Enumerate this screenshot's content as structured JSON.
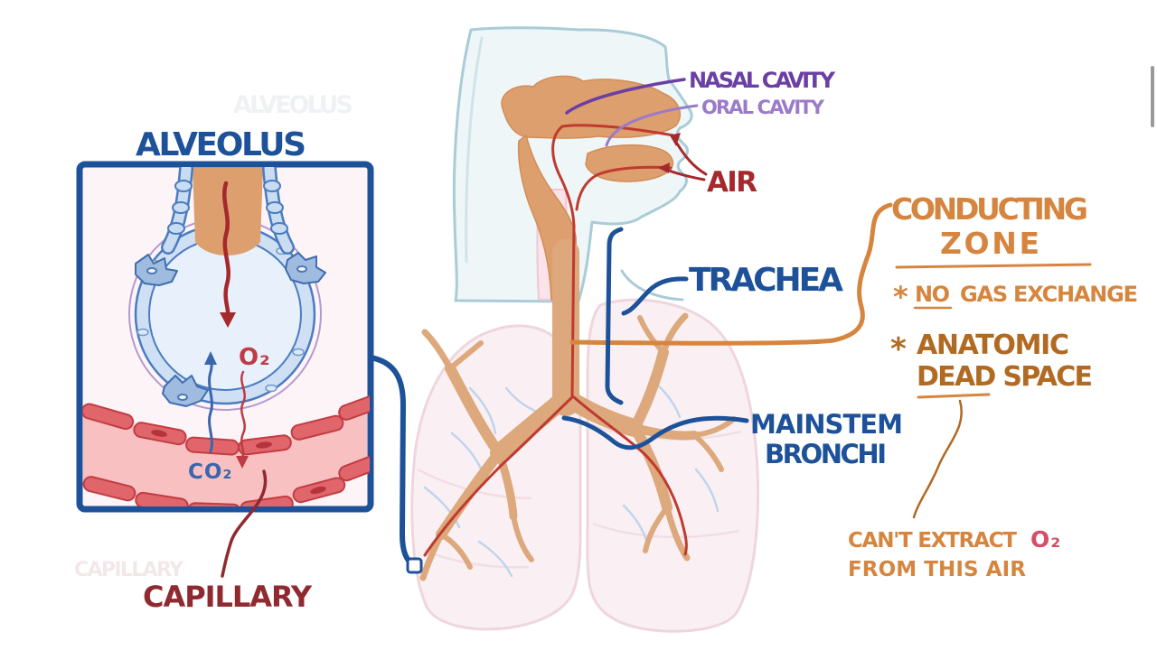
{
  "labels": {
    "alveolus": "ALVEOLUS",
    "nasal": "NASAL CAVITY",
    "oral": "ORAL CAVITY",
    "air": "AIR",
    "trachea": "TRACHEA",
    "mainstem_line1": "MAINSTEM",
    "mainstem_line2": "BRONCHI",
    "capillary": "CAPILLARY",
    "o2": "O₂",
    "co2": "CO₂"
  },
  "notes": {
    "conducting_line1": "CONDUCTING",
    "conducting_line2": "ZONE",
    "star": "*",
    "no_word": "NO",
    "gas_exchange": "GAS EXCHANGE",
    "anatomic": "ANATOMIC",
    "dead_space": "DEAD SPACE",
    "cant_extract": "CAN'T EXTRACT",
    "cant_extract_o2": "O₂",
    "from_this_air": "FROM THIS AIR"
  },
  "ghost": {
    "alveolus": "ALVEOLUS",
    "capillary": "CAPILLARY"
  },
  "colors": {
    "dark_blue": "#1d5199",
    "co2_blue": "#3a66ad",
    "orange": "#d6853f",
    "brown": "#b06a22",
    "purple": "#6b3fa3",
    "light_purple": "#9b7ac9",
    "dark_red": "#a5282d",
    "capillary_red": "#8f2a30",
    "o2_red": "#bf3a44",
    "pink_red": "#d44f66",
    "tan": "#dd9f6e",
    "lung_fill": "#faf0f3",
    "head_fill": "#eef6f8",
    "cap_pink": "#f8c0c1",
    "capsule": "#e0666b"
  }
}
